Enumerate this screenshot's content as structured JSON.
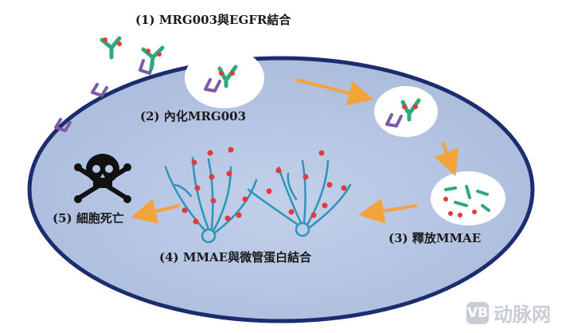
{
  "steps": {
    "s1": "(1) MRG003與EGFR結合",
    "s2": "(2) 內化MRG003",
    "s3": "(3) 釋放MMAE",
    "s4": "(4) MMAE與微管蛋白結合",
    "s5": "(5) 細胞死亡"
  },
  "watermark": {
    "logo": "VB",
    "text": "动脉网"
  },
  "colors": {
    "cell_fill": "#b7c6e2",
    "cell_border": "#1b2d6e",
    "vesicle": "#ffffff",
    "arrow": "#f2a33a",
    "antibody_green": "#2fa97a",
    "drug_red": "#e23a3a",
    "receptor_purple": "#7d5ba6",
    "microtubule": "#2d95b8"
  },
  "icons": [
    "skull-crossbones-icon"
  ]
}
